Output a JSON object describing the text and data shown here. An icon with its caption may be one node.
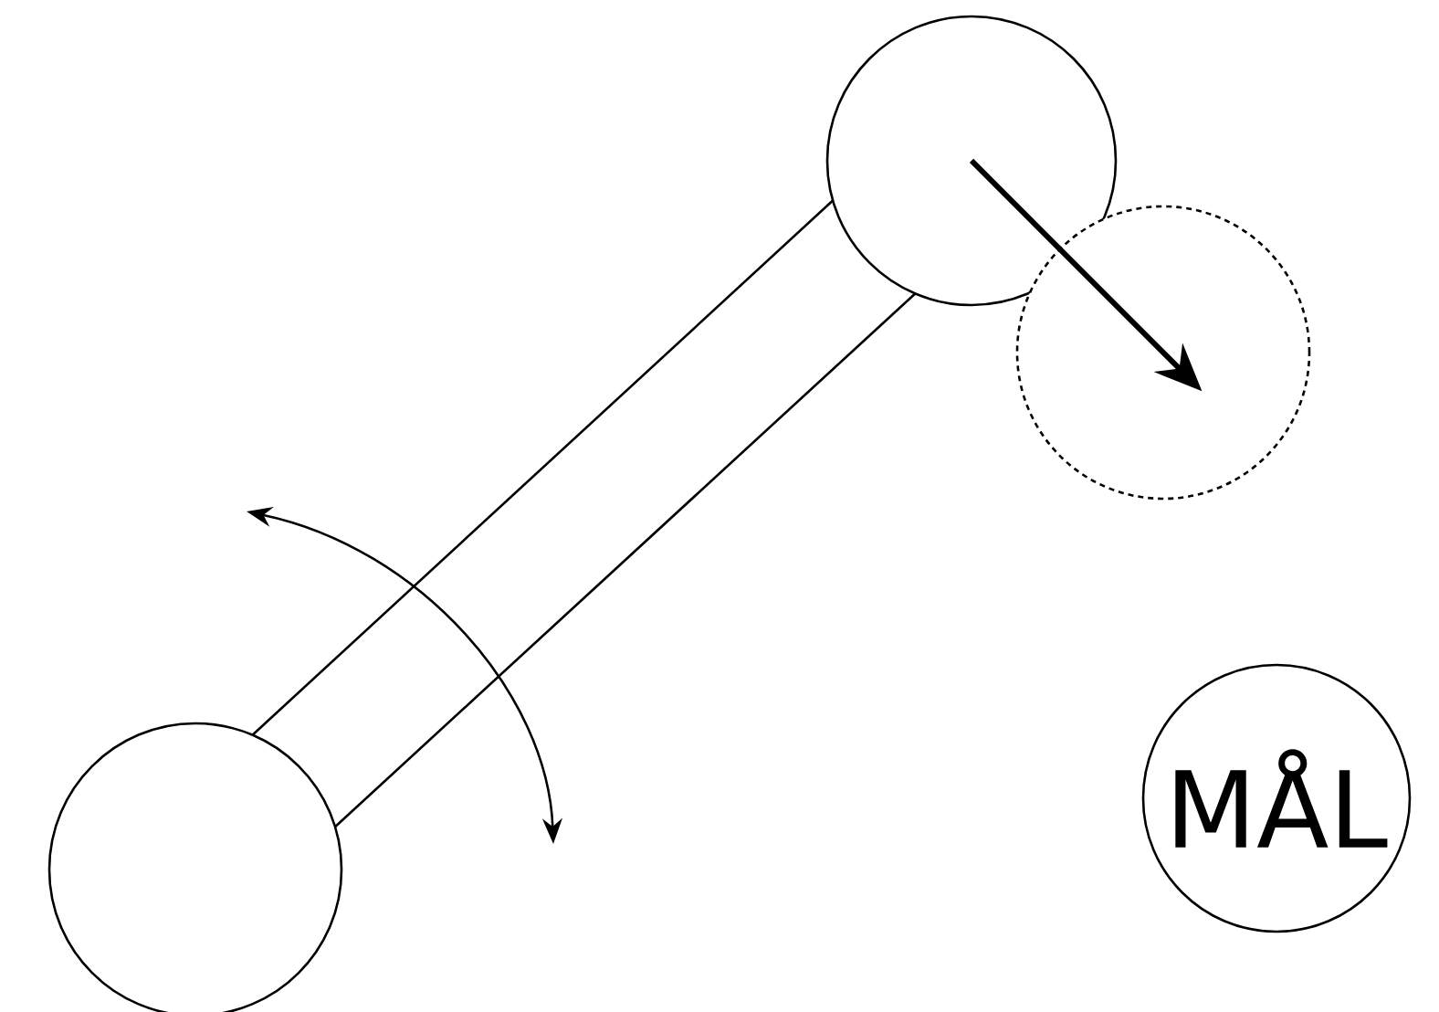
{
  "diagram": {
    "nodes": [
      {
        "text": [],
        "shape": "circle"
      },
      {
        "text": [],
        "shape": "circle"
      },
      {
        "text": [],
        "shape": "circle"
      },
      {
        "text": [
          "MÅL"
        ]
      }
    ],
    "edges": [
      {
        "from": 2,
        "to": 0,
        "arrow": "none"
      },
      {
        "from": 0,
        "to": 1,
        "arrow": "to",
        "style": "thick"
      }
    ]
  }
}
